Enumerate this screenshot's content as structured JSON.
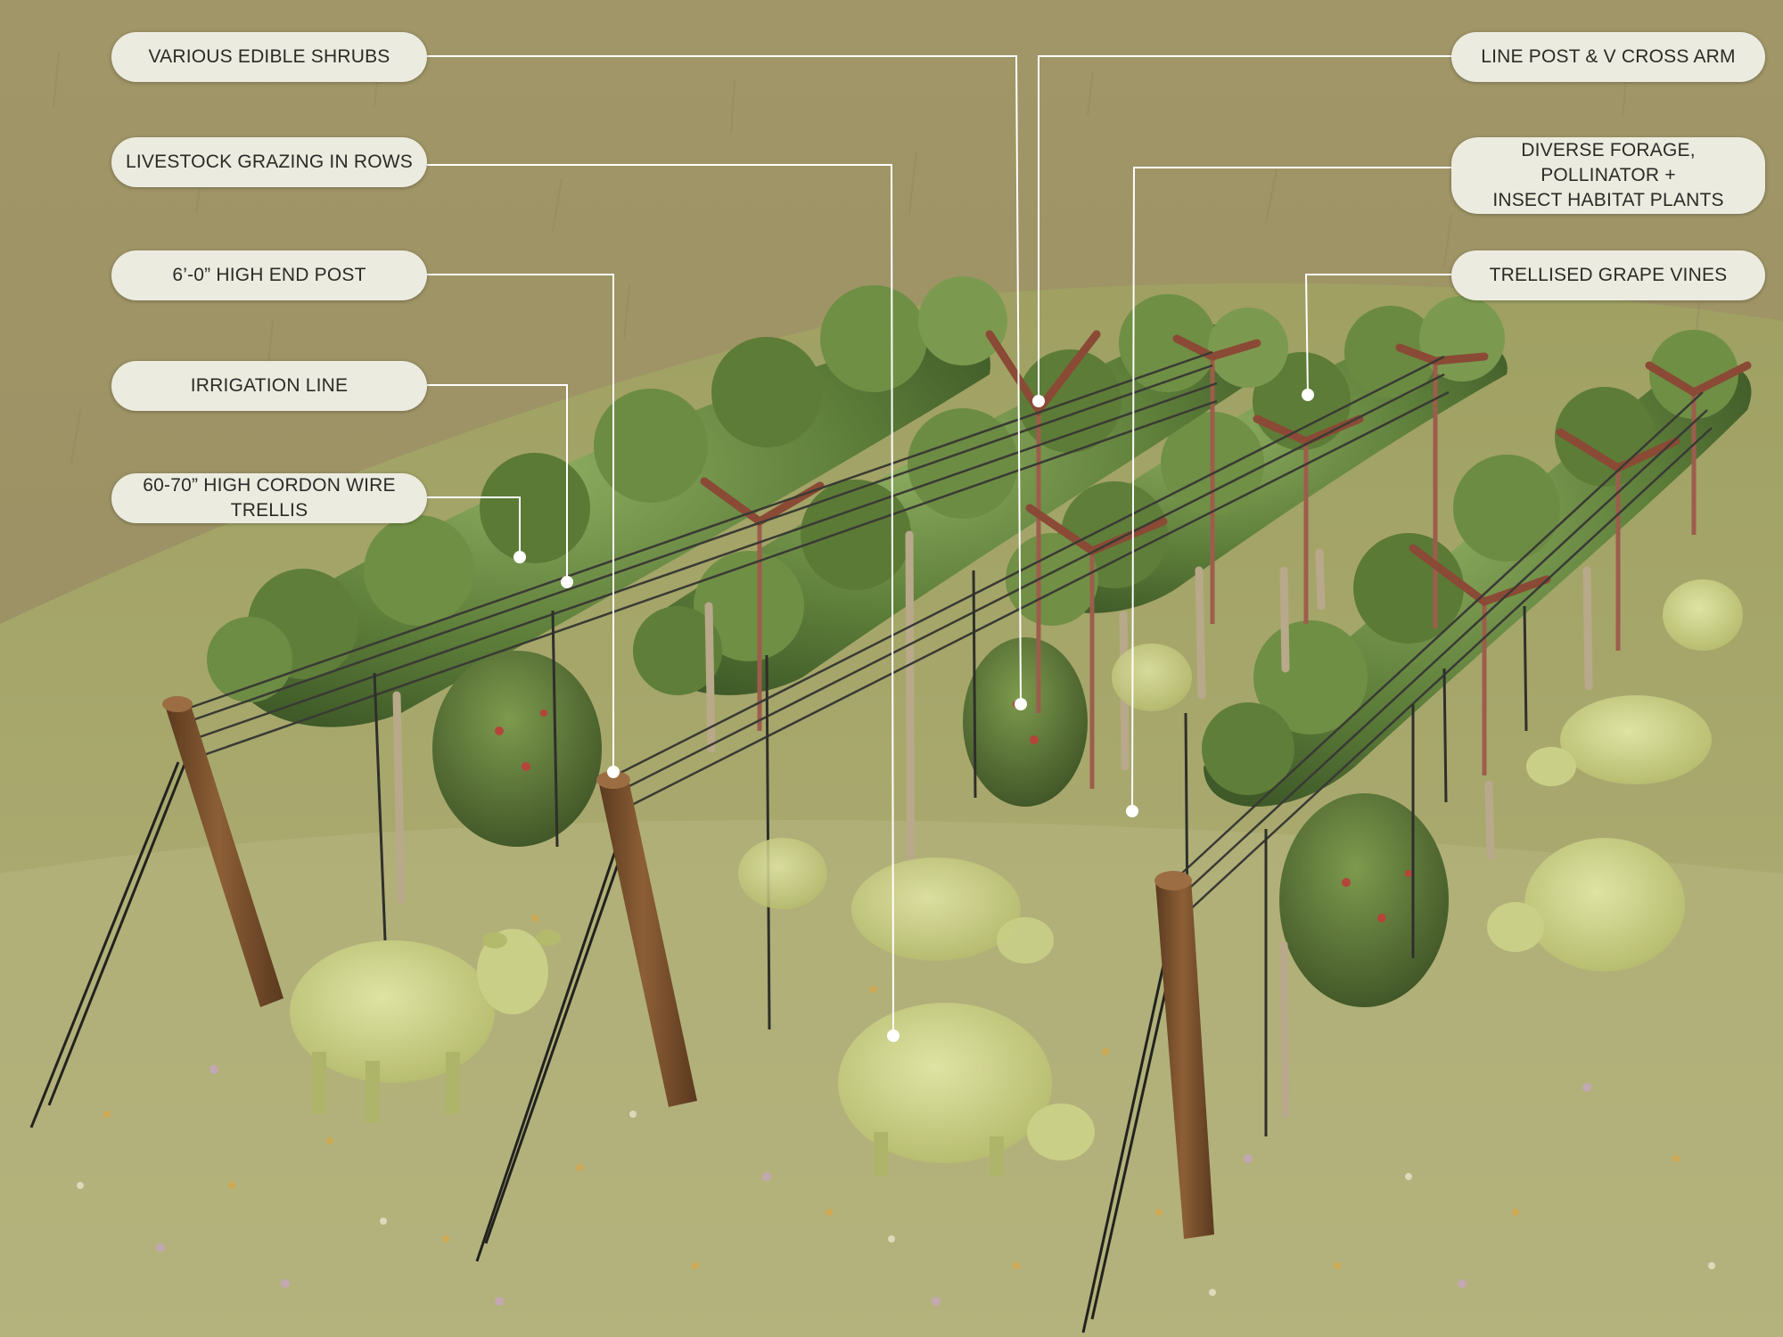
{
  "labels": {
    "left": [
      {
        "id": "various-edible-shrubs",
        "text": "VARIOUS EDIBLE SHRUBS"
      },
      {
        "id": "livestock-grazing",
        "text": "LIVESTOCK GRAZING IN ROWS"
      },
      {
        "id": "end-post",
        "text": "6’-0” HIGH END POST"
      },
      {
        "id": "irrigation-line",
        "text": "IRRIGATION LINE"
      },
      {
        "id": "cordon-wire-trellis",
        "text": "60-70” HIGH CORDON WIRE TRELLIS"
      }
    ],
    "right": [
      {
        "id": "line-post",
        "text": "LINE POST & V CROSS ARM"
      },
      {
        "id": "diverse-forage",
        "text": "DIVERSE FORAGE, POLLINATOR +\nINSECT HABITAT PLANTS"
      },
      {
        "id": "trellised-vines",
        "text": "TRELLISED GRAPE VINES"
      }
    ]
  },
  "colors": {
    "background": "#9d9466",
    "meadow": "#a8a868",
    "foliage": "#5f7f3a",
    "post": "#7a4f2c",
    "crossarm": "#8a4a35",
    "sheep": "#c9cf86",
    "label_fill": "#ecebe0",
    "leader": "#ffffff"
  }
}
